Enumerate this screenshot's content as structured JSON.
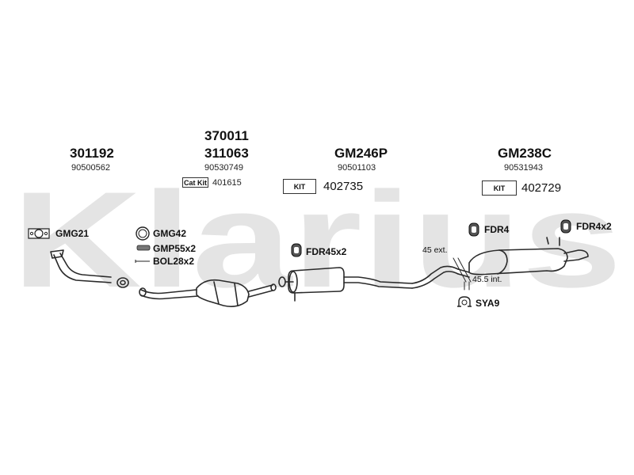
{
  "watermark": {
    "text": "Klarius",
    "color": "#e4e4e4"
  },
  "colors": {
    "line": "#2a2a2a",
    "part_fill": "#ffffff",
    "part_shade": "#8c8c8c"
  },
  "groups": [
    {
      "part_numbers": [
        "301192"
      ],
      "oem": "90500562"
    },
    {
      "part_numbers": [
        "370011",
        "311063"
      ],
      "oem": "90530749",
      "kit": {
        "label": "Cat Kit",
        "code": "401615"
      }
    },
    {
      "part_numbers": [
        "GM246P"
      ],
      "oem": "90501103",
      "kit": {
        "label": "KIT",
        "code": "402735"
      }
    },
    {
      "part_numbers": [
        "GM238C"
      ],
      "oem": "90531943",
      "kit": {
        "label": "KIT",
        "code": "402729"
      }
    }
  ],
  "fittings": [
    {
      "code": "GMG21",
      "icon": "gasket-icon"
    },
    {
      "code": "GMG42",
      "icon": "ring-gasket-icon"
    },
    {
      "code": "GMP55x2",
      "icon": "spring-icon"
    },
    {
      "code": "BOL28x2",
      "icon": "bolt-icon"
    },
    {
      "code": "FDR45x2",
      "icon": "rubber-mount-icon"
    },
    {
      "code": "FDR4",
      "icon": "rubber-mount-icon"
    },
    {
      "code": "FDR4x2",
      "icon": "rubber-mount-icon"
    },
    {
      "code": "SYA9",
      "icon": "clamp-icon"
    }
  ],
  "cut_notes": {
    "ext": "45 ext.",
    "int": "45.5 int."
  }
}
